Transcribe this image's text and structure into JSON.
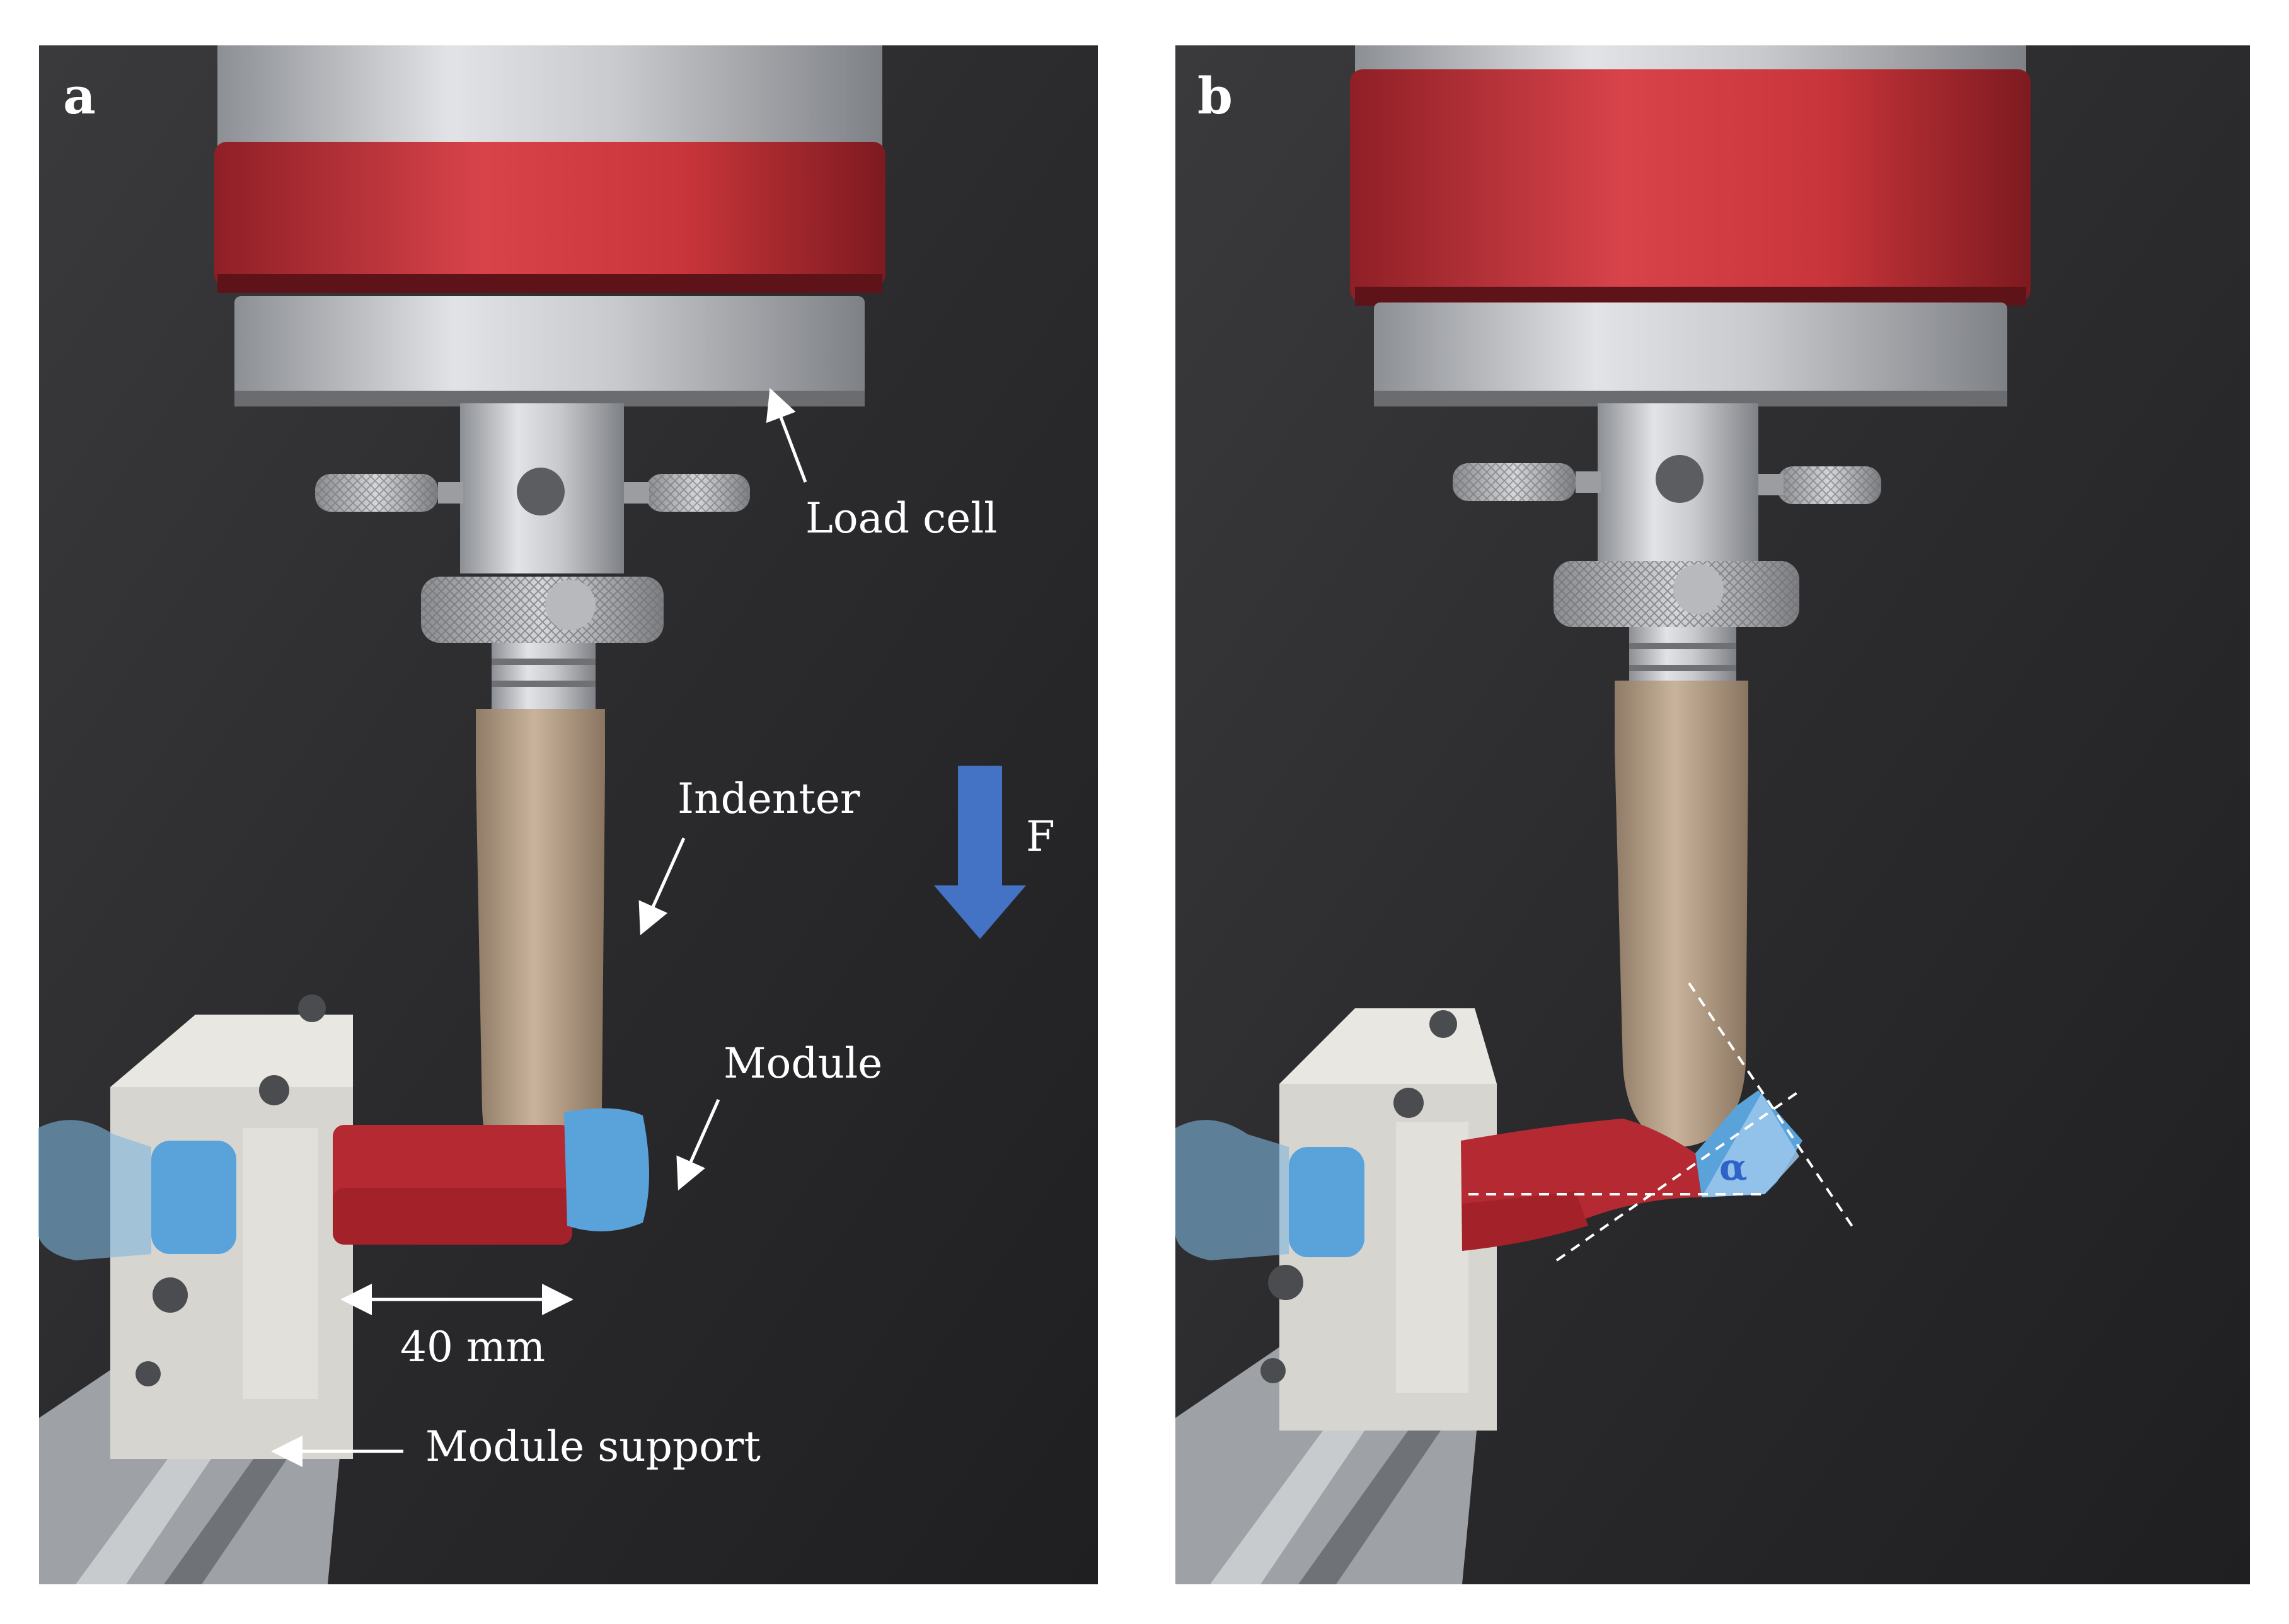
{
  "panels": [
    {
      "letter": "a",
      "labels": {
        "load_cell": "Load cell",
        "indenter": "Indenter",
        "force": "F",
        "module": "Module",
        "length": "40  mm",
        "module_support": "Module support"
      },
      "colors": {
        "background": "#2e2e30",
        "band": "#c8353a",
        "silicone_red": "#b52a32",
        "silicone_blue": "#5aa3da",
        "indenter": "#b7a08a",
        "arrow": "#4472c4"
      }
    },
    {
      "letter": "b",
      "labels": {
        "angle": "α"
      },
      "colors": {
        "background": "#2e2e30",
        "band": "#c8353a",
        "silicone_red": "#b52a32",
        "silicone_blue": "#5aa3da",
        "indenter": "#b7a08a",
        "angle_fill": "#9cc8ec"
      }
    }
  ]
}
